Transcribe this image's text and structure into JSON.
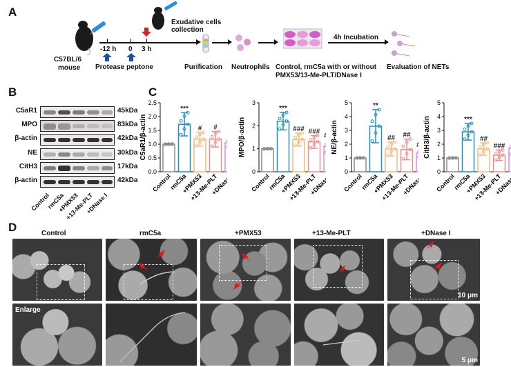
{
  "panelA": {
    "letter": "A",
    "mouse_label_1": "C57BL/6",
    "mouse_label_2": "mouse",
    "timepoints": [
      "-12 h",
      "0",
      "3 h"
    ],
    "injection_label": "Protease peptone",
    "collection_label_1": "Exudative cells",
    "collection_label_2": "collection",
    "steps": [
      "Purification",
      "Neutrophils"
    ],
    "treatment_label_1": "Control, rmC5a with or without",
    "treatment_label_2": "PMX53/13-Me-PLT/DNase Ι",
    "incubation_label": "4h Incubation",
    "evaluation_label": "Evaluation of NETs"
  },
  "panelB": {
    "letter": "B",
    "rows": [
      {
        "protein": "C5aR1",
        "kda": "45kDa"
      },
      {
        "protein": "MPO",
        "kda": "83kDa"
      },
      {
        "protein": "β-actin",
        "kda": "42kDa"
      },
      {
        "protein": "NE",
        "kda": "30kDa"
      },
      {
        "protein": "CitH3",
        "kda": "17kDa"
      },
      {
        "protein": "β-actin",
        "kda": "42kDa"
      }
    ],
    "lanes": [
      "Control",
      "rmC5a",
      "+PMX53",
      "+13-Me-PLT",
      "+DNase Ι"
    ]
  },
  "panelC": {
    "letter": "C"
  },
  "chart_data": [
    {
      "type": "bar",
      "title": "",
      "ylabel": "C5aR1/β-actin",
      "categories": [
        "Control",
        "rmC5a",
        "+PMX53",
        "+13-Me-PLT",
        "+DNase Ι"
      ],
      "values": [
        1.0,
        1.72,
        1.18,
        1.18,
        1.05
      ],
      "errors": [
        0.03,
        0.42,
        0.25,
        0.28,
        0.17
      ],
      "significance": [
        "",
        "***",
        "#",
        "#",
        "##"
      ],
      "ylim": [
        0,
        2.5
      ],
      "yticks": [
        "0.0",
        "0.5",
        "1.0",
        "1.5",
        "2.0",
        "2.5"
      ],
      "colors": [
        "#8c8c8c",
        "#1f8fbf",
        "#f5b97a",
        "#f08c8c",
        "#d48be6"
      ]
    },
    {
      "type": "bar",
      "ylabel": "MPO/β-actin",
      "categories": [
        "Control",
        "rmC5a",
        "+PMX53",
        "+13-Me-PLT",
        "+DNase Ι"
      ],
      "values": [
        1.0,
        2.2,
        1.4,
        1.3,
        1.1
      ],
      "errors": [
        0.03,
        0.38,
        0.28,
        0.28,
        0.3
      ],
      "significance": [
        "",
        "***",
        "###",
        "###",
        "###"
      ],
      "ylim": [
        0,
        3
      ],
      "yticks": [
        "0",
        "1",
        "2",
        "3"
      ],
      "colors": [
        "#8c8c8c",
        "#1f8fbf",
        "#f5b97a",
        "#f08c8c",
        "#d48be6"
      ]
    },
    {
      "type": "bar",
      "ylabel": "NE/β-actin",
      "categories": [
        "Control",
        "rmC5a",
        "+PMX53",
        "+13-Me-PLT",
        "+DNase Ι"
      ],
      "values": [
        1.0,
        3.3,
        1.65,
        1.62,
        1.35
      ],
      "errors": [
        0.05,
        1.2,
        0.5,
        0.75,
        0.3
      ],
      "significance": [
        "",
        "**",
        "##",
        "##",
        "###"
      ],
      "ylim": [
        0,
        5
      ],
      "yticks": [
        "0",
        "1",
        "2",
        "3",
        "4",
        "5"
      ],
      "colors": [
        "#8c8c8c",
        "#1f8fbf",
        "#f5b97a",
        "#f08c8c",
        "#d48be6"
      ]
    },
    {
      "type": "bar",
      "ylabel": "CitH3/β-actin",
      "categories": [
        "Control",
        "rmC5a",
        "+PMX53",
        "+13-Me-PLT",
        "+DNase Ι"
      ],
      "values": [
        1.0,
        2.9,
        1.65,
        1.2,
        1.7
      ],
      "errors": [
        0.04,
        0.6,
        0.45,
        0.38,
        0.5
      ],
      "significance": [
        "",
        "***",
        "##",
        "###",
        "##"
      ],
      "ylim": [
        0,
        5
      ],
      "yticks": [
        "0",
        "1",
        "2",
        "3",
        "4",
        "5"
      ],
      "colors": [
        "#8c8c8c",
        "#1f8fbf",
        "#f5b97a",
        "#f08c8c",
        "#d48be6"
      ]
    }
  ],
  "panelD": {
    "letter": "D",
    "columns": [
      "Control",
      "rmC5a",
      "+PMX53",
      "+13-Me-PLT",
      "+DNase Ι"
    ],
    "enlarge_label": "Enlarge",
    "scale_top": "10 μm",
    "scale_bottom": "5 μm"
  }
}
